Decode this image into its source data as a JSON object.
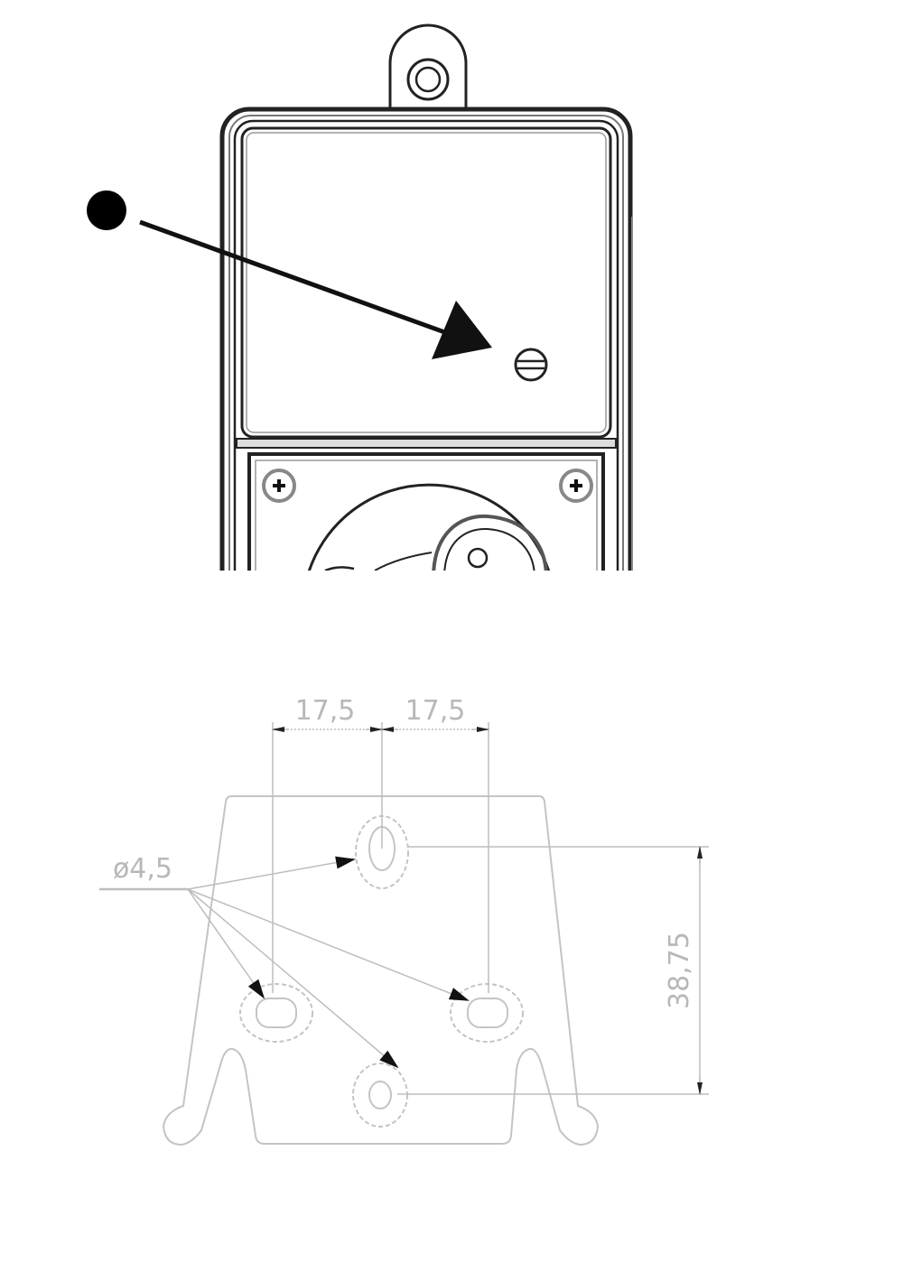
{
  "top_drawing": {
    "callout_marker": "filled-circle",
    "target": "screw"
  },
  "mounting_drawing": {
    "dimensions": {
      "left_spacing": "17,5",
      "right_spacing": "17,5",
      "vertical_spacing": "38,75",
      "hole_diameter": "ø4,5"
    }
  },
  "colors": {
    "drawing_dark": "#111111",
    "drawing_light": "#bdbdbd"
  }
}
